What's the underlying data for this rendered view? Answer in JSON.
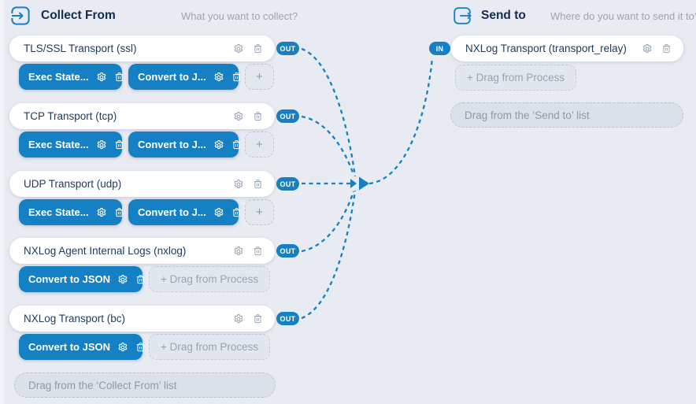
{
  "canvas": {
    "bg": "#e8ecf2",
    "accent": "#1581c4"
  },
  "collect": {
    "title": "Collect From",
    "subtitle": "What you want to collect?",
    "out_badge": "OUT",
    "plus_label": "+",
    "drag_process_label": "+ Drag from Process",
    "drop_zone": "Drag from the ‘Collect From’ list",
    "items": [
      {
        "label": "TLS/SSL Transport (ssl)",
        "chips": [
          "Exec State...",
          "Convert to J..."
        ],
        "extra": "plus"
      },
      {
        "label": "TCP Transport (tcp)",
        "chips": [
          "Exec State...",
          "Convert to J..."
        ],
        "extra": "plus"
      },
      {
        "label": "UDP Transport (udp)",
        "chips": [
          "Exec State...",
          "Convert to J..."
        ],
        "extra": "plus"
      },
      {
        "label": "NXLog Agent Internal Logs (nxlog)",
        "chips": [
          "Convert to JSON"
        ],
        "extra": "drag"
      },
      {
        "label": "NXLog Transport (bc)",
        "chips": [
          "Convert to JSON"
        ],
        "extra": "drag"
      }
    ]
  },
  "send": {
    "title": "Send to",
    "subtitle": "Where do you want to send it to?",
    "in_badge": "IN",
    "drag_process_label": "+ Drag from Process",
    "drop_zone": "Drag from the ‘Send to’ list",
    "items": [
      {
        "label": "NXLog Transport (transport_relay)"
      }
    ]
  }
}
